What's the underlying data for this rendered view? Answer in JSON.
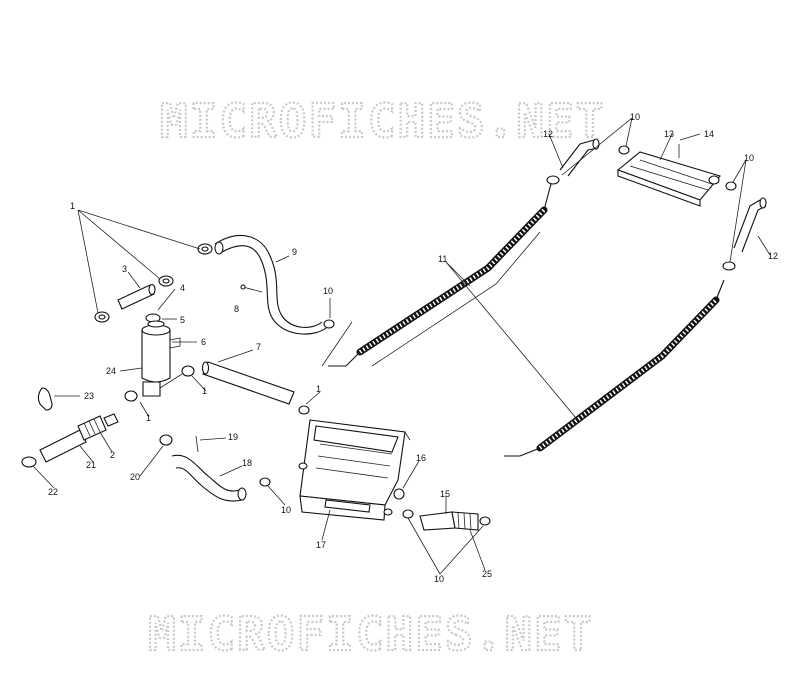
{
  "watermark": {
    "top_text": "MICROFICHES.NET",
    "bottom_text": "MICROFICHES.NET"
  },
  "callouts": [
    {
      "id": "c1a",
      "text": "1"
    },
    {
      "id": "c3",
      "text": "3"
    },
    {
      "id": "c4",
      "text": "4"
    },
    {
      "id": "c5",
      "text": "5"
    },
    {
      "id": "c6",
      "text": "6"
    },
    {
      "id": "c24",
      "text": "24"
    },
    {
      "id": "c7",
      "text": "7"
    },
    {
      "id": "c1b",
      "text": "1"
    },
    {
      "id": "c1c",
      "text": "1"
    },
    {
      "id": "c1d",
      "text": "1"
    },
    {
      "id": "c9",
      "text": "9"
    },
    {
      "id": "c8",
      "text": "8"
    },
    {
      "id": "c10a",
      "text": "10"
    },
    {
      "id": "c23",
      "text": "23"
    },
    {
      "id": "c2",
      "text": "2"
    },
    {
      "id": "c21",
      "text": "21"
    },
    {
      "id": "c22",
      "text": "22"
    },
    {
      "id": "c20",
      "text": "20"
    },
    {
      "id": "c19",
      "text": "19"
    },
    {
      "id": "c18",
      "text": "18"
    },
    {
      "id": "c10b",
      "text": "10"
    },
    {
      "id": "c17",
      "text": "17"
    },
    {
      "id": "c16",
      "text": "16"
    },
    {
      "id": "c15",
      "text": "15"
    },
    {
      "id": "c25",
      "text": "25"
    },
    {
      "id": "c10c",
      "text": "10"
    },
    {
      "id": "c11",
      "text": "11"
    },
    {
      "id": "c12a",
      "text": "12"
    },
    {
      "id": "c10d",
      "text": "10"
    },
    {
      "id": "c13",
      "text": "13"
    },
    {
      "id": "c14",
      "text": "14"
    },
    {
      "id": "c10e",
      "text": "10"
    },
    {
      "id": "c12b",
      "text": "12"
    }
  ]
}
